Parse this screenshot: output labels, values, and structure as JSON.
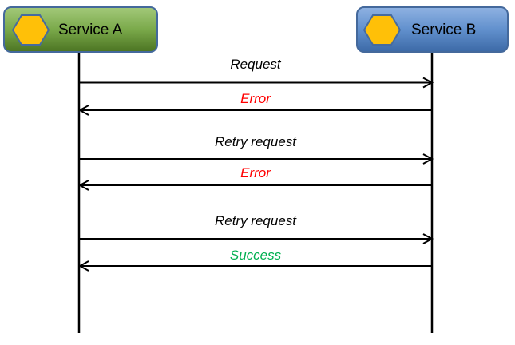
{
  "diagram": {
    "background": "#ffffff",
    "line_color": "#000000",
    "icon": {
      "shape": "hexagon",
      "fill": "#ffc008",
      "border": "#466b9f"
    },
    "actors": [
      {
        "label": "Service A",
        "fill_top": "#a3c97a",
        "fill_mid": "#7aa94a",
        "fill_bottom": "#4b7322",
        "border": "#44699c"
      },
      {
        "label": "Service B",
        "fill_top": "#8fb2e2",
        "fill_mid": "#6190cd",
        "fill_bottom": "#3c69a6",
        "border": "#44699c"
      }
    ],
    "messages": [
      {
        "label": "Request",
        "from": "Service A",
        "to": "Service B",
        "direction": "right",
        "color": "#000000"
      },
      {
        "label": "Error",
        "from": "Service B",
        "to": "Service A",
        "direction": "left",
        "color": "#ff0000"
      },
      {
        "label": "Retry request",
        "from": "Service A",
        "to": "Service B",
        "direction": "right",
        "color": "#000000"
      },
      {
        "label": "Error",
        "from": "Service B",
        "to": "Service A",
        "direction": "left",
        "color": "#ff0000"
      },
      {
        "label": "Retry request",
        "from": "Service A",
        "to": "Service B",
        "direction": "right",
        "color": "#000000"
      },
      {
        "label": "Success",
        "from": "Service B",
        "to": "Service A",
        "direction": "left",
        "color": "#00b050"
      }
    ]
  }
}
